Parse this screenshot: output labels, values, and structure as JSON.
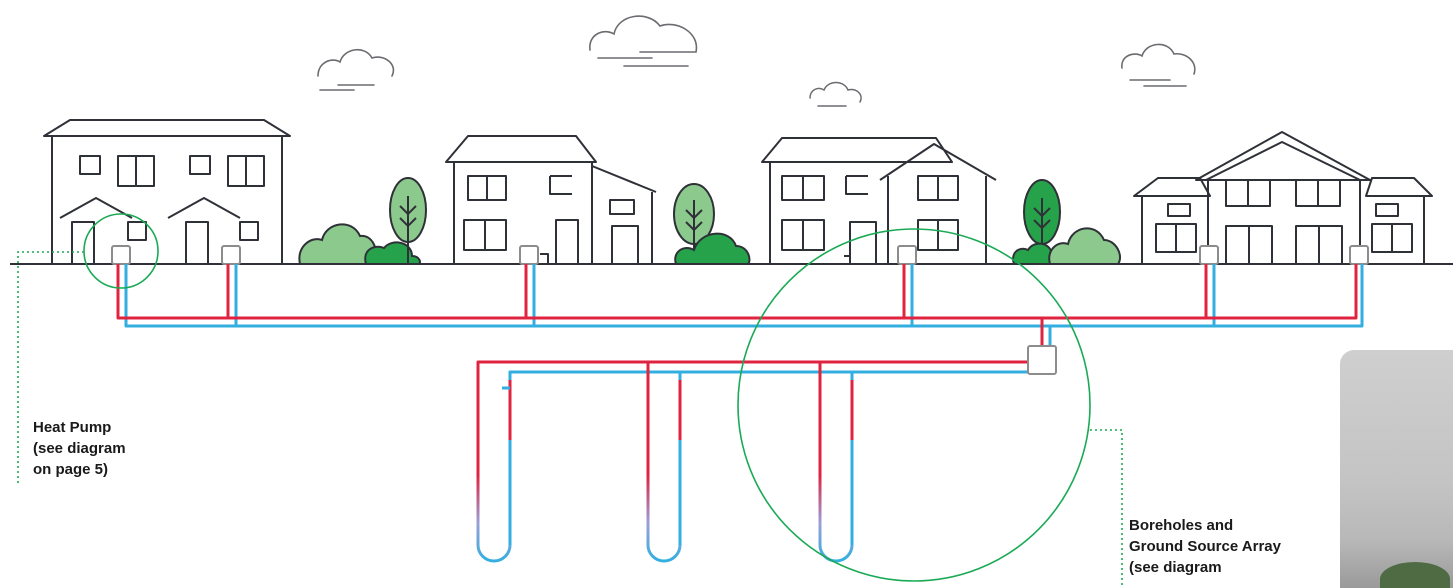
{
  "callouts": {
    "heat_pump": {
      "lines": [
        "Heat Pump",
        "(see diagram",
        "on page 5)"
      ]
    },
    "boreholes": {
      "lines": [
        "Boreholes and",
        "Ground Source Array",
        "(see diagram"
      ]
    }
  },
  "colors": {
    "outline": "#2f3138",
    "flow_pipe": "#e0233f",
    "return_pipe": "#33aee0",
    "highlight": "#1aaa55",
    "tree_light": "#8cc98c",
    "tree_dark": "#26a24a",
    "cloud": "#6a6c70"
  },
  "icons": [
    "cloud-icon",
    "house-icon",
    "tree-icon",
    "bush-icon",
    "heat-pump-unit-icon",
    "manifold-icon"
  ]
}
